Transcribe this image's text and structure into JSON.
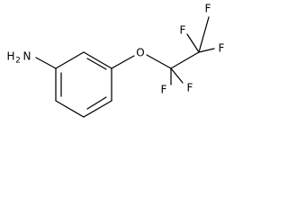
{
  "molecule": {
    "labels": {
      "amine_n": "N",
      "amine_h": "H",
      "amine_h_count": "2",
      "ether_o": "O",
      "f1": "F",
      "f2": "F",
      "f3": "F",
      "f4": "F",
      "f5": "F"
    },
    "colors": {
      "bond": "#000000",
      "label": "#000000",
      "background": "#ffffff"
    }
  }
}
